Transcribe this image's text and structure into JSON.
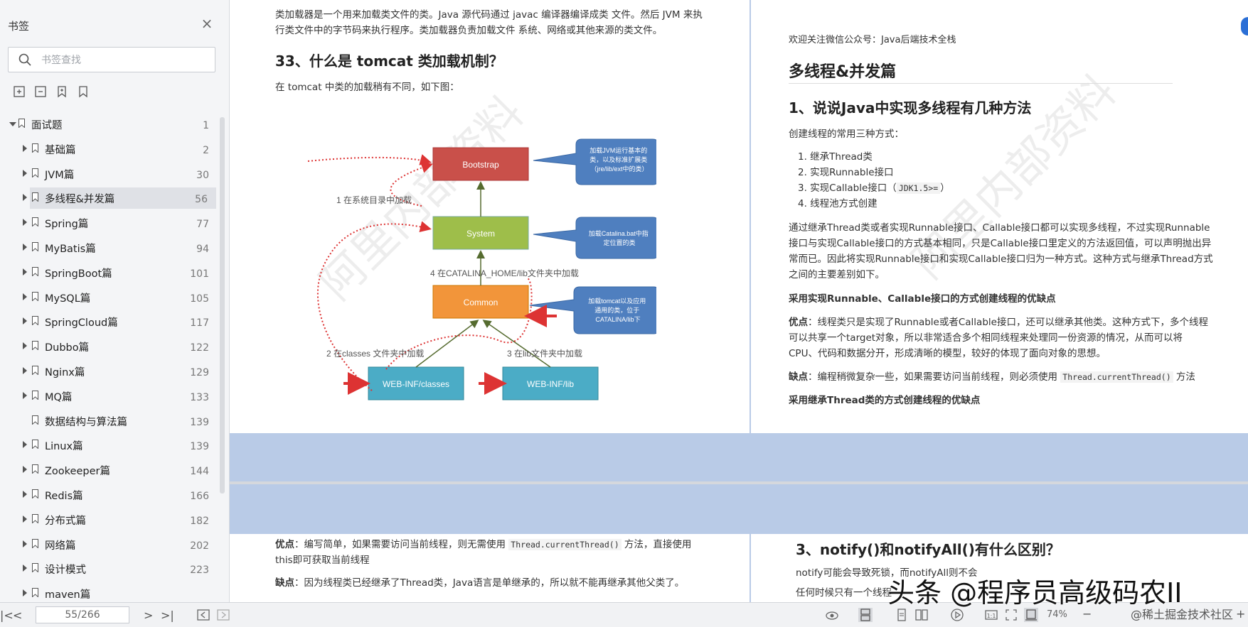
{
  "sidebar": {
    "title": "书签",
    "search_placeholder": "书签查找",
    "items": [
      {
        "label": "面试题",
        "page": "1",
        "expanded": true,
        "level": 0
      },
      {
        "label": "基础篇",
        "page": "2",
        "level": 1
      },
      {
        "label": "JVM篇",
        "page": "30",
        "level": 1
      },
      {
        "label": "多线程&并发篇",
        "page": "56",
        "level": 1,
        "selected": true
      },
      {
        "label": "Spring篇",
        "page": "77",
        "level": 1
      },
      {
        "label": "MyBatis篇",
        "page": "94",
        "level": 1
      },
      {
        "label": "SpringBoot篇",
        "page": "101",
        "level": 1
      },
      {
        "label": "MySQL篇",
        "page": "105",
        "level": 1
      },
      {
        "label": "SpringCloud篇",
        "page": "117",
        "level": 1
      },
      {
        "label": "Dubbo篇",
        "page": "122",
        "level": 1
      },
      {
        "label": "Nginx篇",
        "page": "129",
        "level": 1
      },
      {
        "label": "MQ篇",
        "page": "133",
        "level": 1
      },
      {
        "label": "数据结构与算法篇",
        "page": "139",
        "level": 1,
        "leaf": true
      },
      {
        "label": "Linux篇",
        "page": "139",
        "level": 1
      },
      {
        "label": "Zookeeper篇",
        "page": "144",
        "level": 1
      },
      {
        "label": "Redis篇",
        "page": "166",
        "level": 1
      },
      {
        "label": "分布式篇",
        "page": "182",
        "level": 1
      },
      {
        "label": "网络篇",
        "page": "202",
        "level": 1
      },
      {
        "label": "设计模式",
        "page": "223",
        "level": 1
      },
      {
        "label": "maven篇",
        "page": "",
        "level": 1
      }
    ]
  },
  "left_page": {
    "intro_line1": "类加载器是一个用来加载类文件的类。Java 源代码通过 javac 编译器编译成类 文件。然后 JVM 来执",
    "intro_line2": "行类文件中的字节码来执行程序。类加载器负责加载文件 系统、网络或其他来源的类文件。",
    "heading": "33、什么是 tomcat 类加载机制？",
    "para": "在 tomcat 中类的加载稍有不同，如下图：",
    "diagram": {
      "bootstrap": "Bootstrap",
      "system": "System",
      "common": "Common",
      "webinf_classes": "WEB-INF/classes",
      "webinf_lib": "WEB-INF/lib",
      "note1": "加载JVM运行基本的类，以及标准扩展类（jre/lib/ext中的类）",
      "note2": "加载Catalina.bat中指定位置的类",
      "note3": "加载tomcat以及应用通用的类，位于CATALINA/lib下",
      "label1": "1 在系统目录中加载",
      "label2": "2 在classes 文件夹中加载",
      "label3": "3 在lib文件夹中加载",
      "label4": "4 在CATALINA_HOME/lib文件夹中加载"
    }
  },
  "right_page": {
    "header": "欢迎关注微信公众号：Java后端技术全栈",
    "section": "多线程&并发篇",
    "q1": "1、说说Java中实现多线程有几种方法",
    "intro": "创建线程的常用三种方式：",
    "list": [
      "1. 继承Thread类",
      "2. 实现Runnable接口",
      "3. 实现Callable接口（",
      "4. 线程池方式创建"
    ],
    "jdk_code": "JDK1.5>=",
    "list3_tail": "）",
    "p1": [
      "通过继承Thread类或者实现Runnable接口、Callable接口都可以实现多线程，不过实现Runnable",
      "接口与实现Callable接口的方式基本相同，只是Callable接口里定义的方法返回值，可以声明抛出异",
      "常而已。因此将实现Runnable接口和实现Callable接口归为一种方式。这种方式与继承Thread方式",
      "之间的主要差别如下。"
    ],
    "bold1": "采用实现Runnable、Callable接口的方式创建线程的优缺点",
    "adv_label": "优点",
    "adv": [
      "：线程类只是实现了Runnable或者Callable接口，还可以继承其他类。这种方式下，多个线程",
      "可以共享一个target对象，所以非常适合多个相同线程来处理同一份资源的情况，从而可以将",
      "CPU、代码和数据分开，形成清晰的模型，较好的体现了面向对象的思想。"
    ],
    "dis_label": "缺点",
    "dis": "：编程稍微复杂一些，如果需要访问当前线程，则必须使用",
    "dis_code": "Thread.currentThread()",
    "dis_tail": "方法",
    "bold2": "采用继承Thread类的方式创建线程的优缺点"
  },
  "bottom_left": {
    "adv_label": "优点",
    "adv": "：编写简单，如果需要访问当前线程，则无需使用",
    "adv_code": "Thread.currentThread()",
    "adv_tail": "方法，直接使用",
    "adv2": "this即可获取当前线程",
    "dis_label": "缺点",
    "dis": "：因为线程类已经继承了Thread类，Java语言是单继承的，所以就不能再继承其他父类了。"
  },
  "bottom_right": {
    "q3": "3、notify()和notifyAll()有什么区别？",
    "line1": "notify可能会导致死锁，而notifyAll则不会",
    "line2": "任何时候只有一个线程"
  },
  "watermark": "阿里内部资料",
  "statusbar": {
    "page_value": "55/266",
    "zoom": "74%"
  },
  "overlay": {
    "logo_text": "头条 @程序员高级码农II",
    "small_text": "@稀土掘金技术社区"
  }
}
